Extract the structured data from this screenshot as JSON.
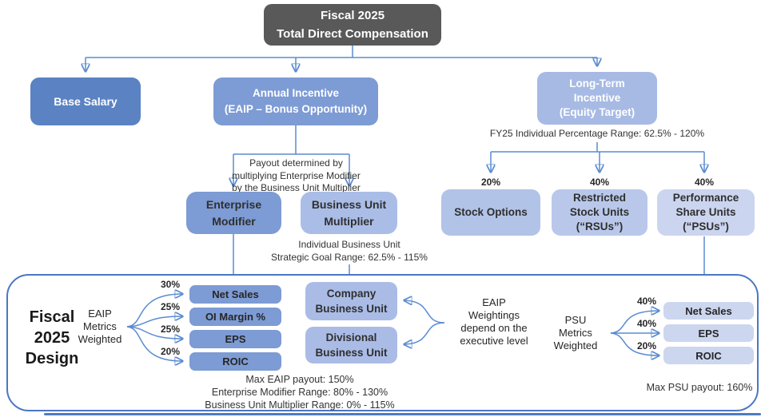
{
  "colors": {
    "title_bg": "#595959",
    "box_blue_dark": "#5b83c3",
    "box_blue_medium": "#7d9bd4",
    "box_blue_light": "#a6bae4",
    "box_blue_lighter": "#b9c8ea",
    "box_blue_lightest": "#ccd6ef",
    "connector_blue": "#5b8bd0",
    "arrow_blue": "#4173c4",
    "dark_text": "#2f2f2f"
  },
  "title": "Fiscal 2025\nTotal Direct Compensation",
  "components": {
    "base_salary": "Base Salary",
    "annual_incentive": "Annual Incentive\n(EAIP – Bonus Opportunity)",
    "long_term_incentive": "Long-Term\nIncentive\n(Equity Target)"
  },
  "annual_incentive_detail": {
    "payout_note": "Payout determined by\nmultiplying Enterprise Modifier\nby the Business Unit Multiplier",
    "enterprise_modifier": "Enterprise\nModifier",
    "business_unit_multiplier": "Business Unit\nMultiplier",
    "bu_strategic_goal_range": "Individual Business Unit\nStrategic Goal Range: 62.5% - 115%"
  },
  "lti_detail": {
    "fy25_range": "FY25 Individual Percentage Range: 62.5% - 120%",
    "vehicles": [
      {
        "pct": "20%",
        "label": "Stock Options"
      },
      {
        "pct": "40%",
        "label": "Restricted\nStock Units\n(“RSUs”)"
      },
      {
        "pct": "40%",
        "label": "Performance\nShare Units\n(“PSUs”)"
      }
    ]
  },
  "design": {
    "heading": "Fiscal\n2025\nDesign",
    "eaip_heading": "EAIP\nMetrics\nWeighted",
    "eaip_metrics": [
      {
        "pct": "30%",
        "label": "Net Sales"
      },
      {
        "pct": "25%",
        "label": "OI Margin %"
      },
      {
        "pct": "25%",
        "label": "EPS"
      },
      {
        "pct": "20%",
        "label": "ROIC"
      }
    ],
    "business_units": [
      {
        "label": "Company\nBusiness Unit"
      },
      {
        "label": "Divisional\nBusiness Unit"
      }
    ],
    "weightings_note": "EAIP\nWeightings\ndepend on the\nexecutive level",
    "psu_heading": "PSU\nMetrics\nWeighted",
    "psu_metrics": [
      {
        "pct": "40%",
        "label": "Net Sales"
      },
      {
        "pct": "40%",
        "label": "EPS"
      },
      {
        "pct": "20%",
        "label": "ROIC"
      }
    ],
    "eaip_notes": "Max EAIP payout: 150%\nEnterprise Modifier Range: 80% - 130%\nBusiness Unit Multiplier Range: 0% - 115%",
    "psu_note": "Max PSU payout: 160%"
  }
}
